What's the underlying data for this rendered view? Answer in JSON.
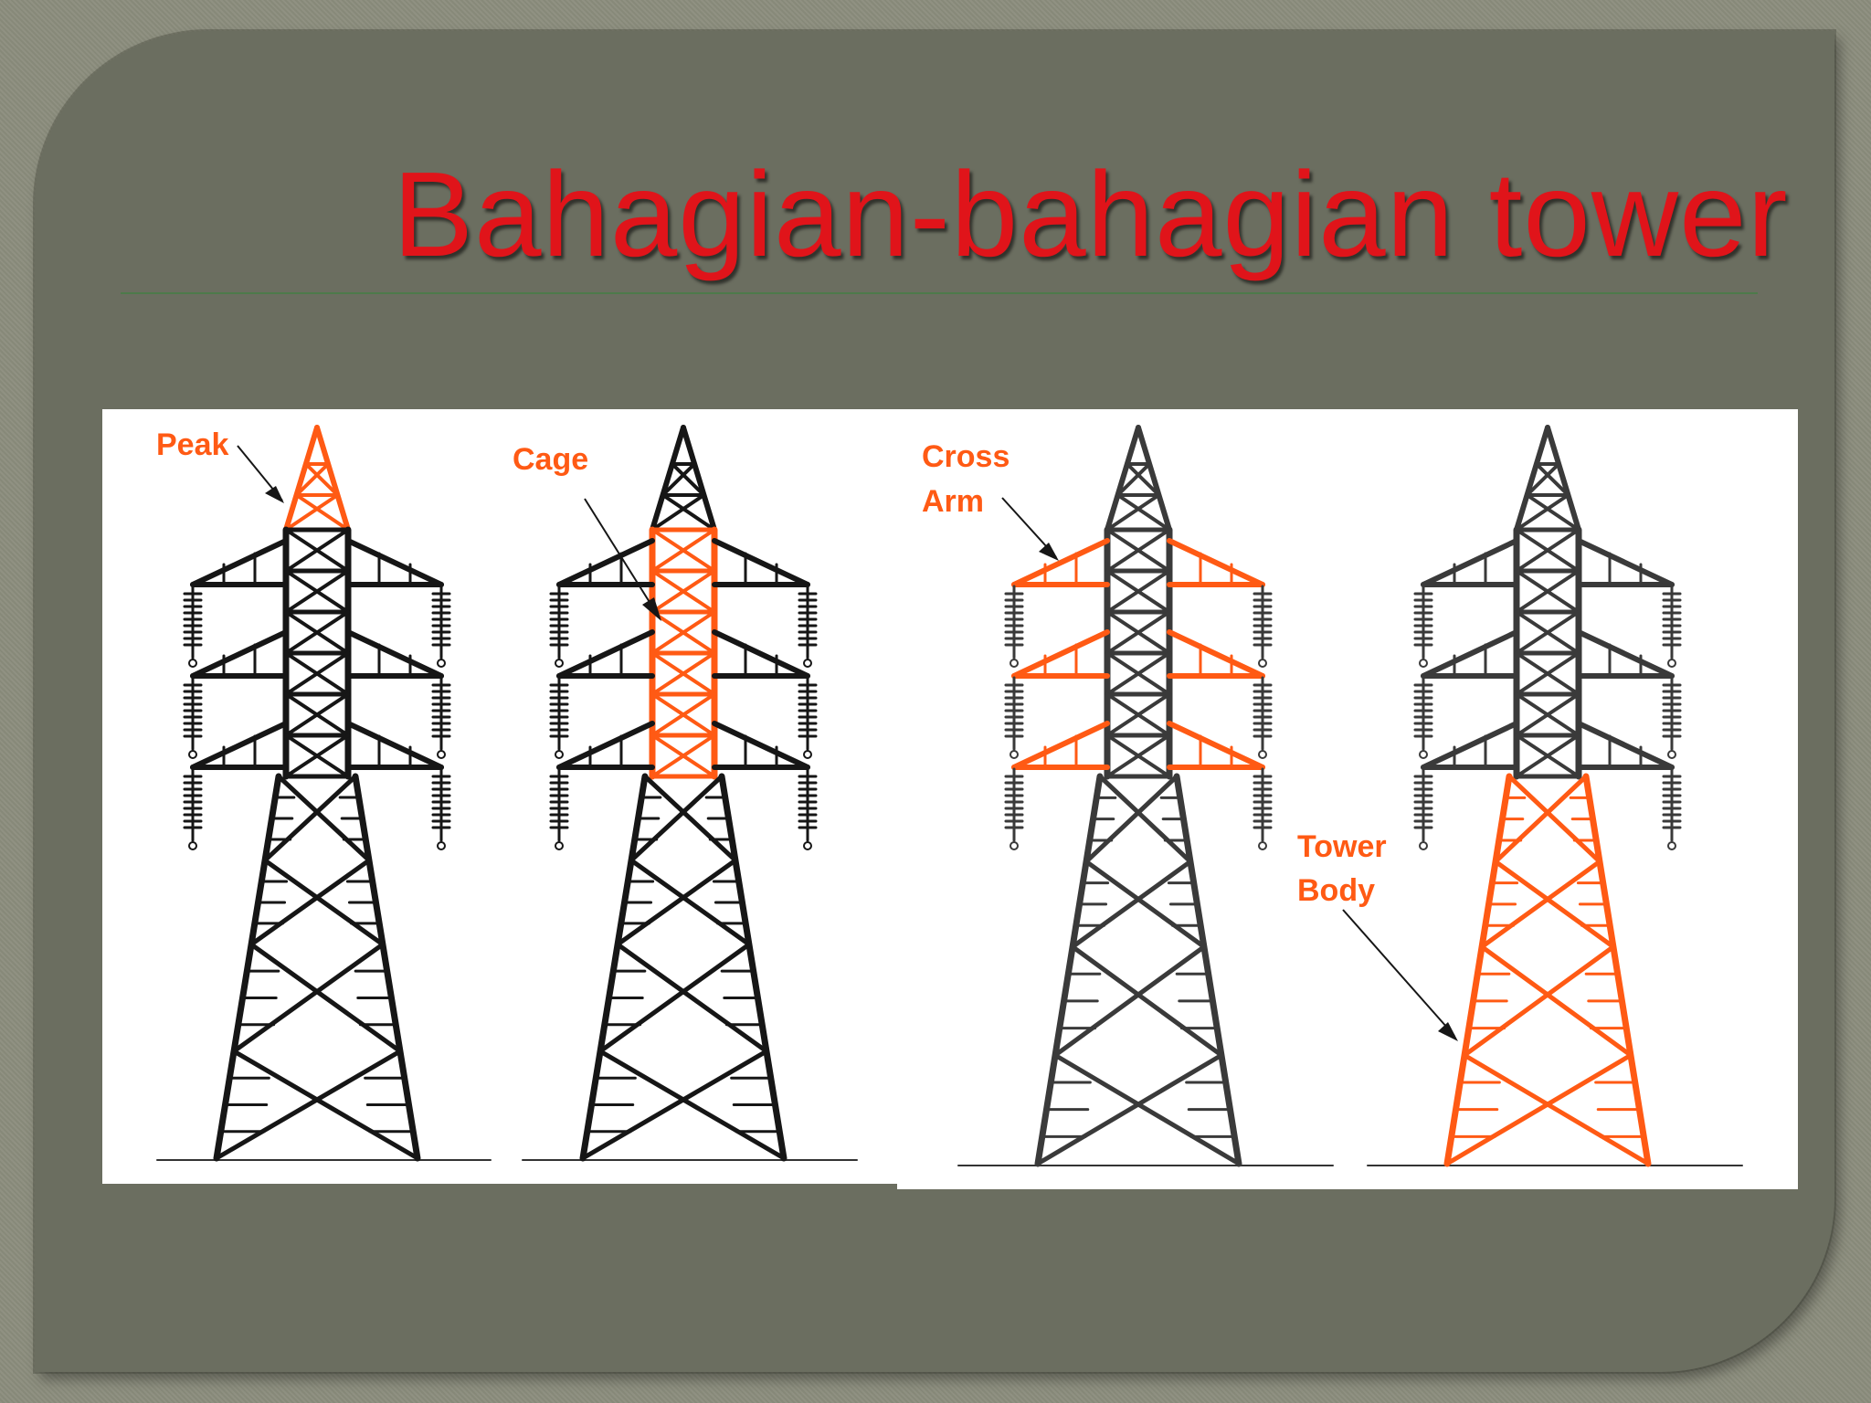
{
  "slide": {
    "title": "Bahagian-bahagian tower"
  },
  "figure": {
    "labels": {
      "peak": "Peak",
      "cage": "Cage",
      "cross_arm_line1": "Cross",
      "cross_arm_line2": "Arm",
      "tower_body_line1": "Tower",
      "tower_body_line2": "Body"
    },
    "colors": {
      "highlight": "#ff5a14",
      "structure_black": "#161616",
      "structure_dark": "#3a3a3a",
      "title": "#e0141a",
      "background": "#6b6e60"
    },
    "towers": [
      {
        "highlight": "peak"
      },
      {
        "highlight": "cage"
      },
      {
        "highlight": "cross-arm"
      },
      {
        "highlight": "tower-body"
      }
    ]
  }
}
